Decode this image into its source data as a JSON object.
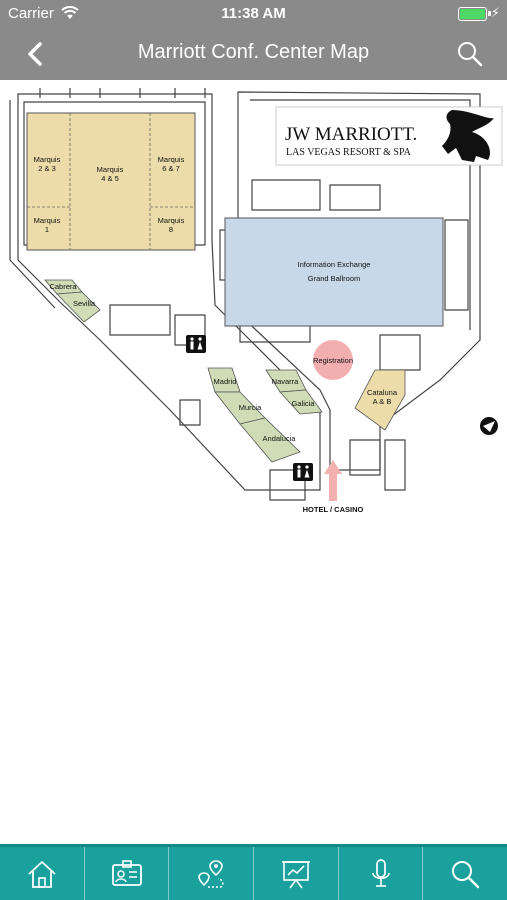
{
  "status_bar": {
    "carrier": "Carrier",
    "time": "11:38 AM",
    "battery_level": 1.0
  },
  "nav": {
    "title": "Marriott Conf. Center Map",
    "back_icon": "chevron-left-icon",
    "search_icon": "search-icon"
  },
  "map": {
    "logo": {
      "brand": "JW MARRIOTT.",
      "subtitle": "LAS VEGAS RESORT & SPA"
    },
    "rooms": {
      "marquis_2_3": [
        "Marquis",
        "2 & 3"
      ],
      "marquis_4_5": [
        "Marquis",
        "4 & 5"
      ],
      "marquis_6_7": [
        "Marquis",
        "6 & 7"
      ],
      "marquis_1": [
        "Marquis",
        "1"
      ],
      "marquis_8": [
        "Marquis",
        "8"
      ],
      "ballroom": [
        "Information Exchange",
        "Grand Ballroom"
      ],
      "cabrera": "Cabrera",
      "sevilla": "Sevilla",
      "madrid": "Madrid",
      "murcia": "Murcia",
      "andalucia": "Andalucia",
      "navarra": "Navarra",
      "galicia": "Galicia",
      "registration": "Registration",
      "cataluna": [
        "Cataluna",
        "A & B"
      ],
      "hotel_casino": "HOTEL / CASINO"
    },
    "colors": {
      "marquis": "#ecdcaa",
      "ballroom": "#c7d8e9",
      "green_rooms": "#cfdcb6",
      "registration": "#f3aeb0",
      "cataluna": "#ecdcaa",
      "arrow": "#f3b0b0"
    }
  },
  "tab_bar": {
    "tabs": [
      {
        "icon": "home-icon"
      },
      {
        "icon": "id-badge-icon"
      },
      {
        "icon": "map-route-icon"
      },
      {
        "icon": "presentation-icon"
      },
      {
        "icon": "microphone-icon"
      },
      {
        "icon": "search-icon"
      }
    ]
  }
}
